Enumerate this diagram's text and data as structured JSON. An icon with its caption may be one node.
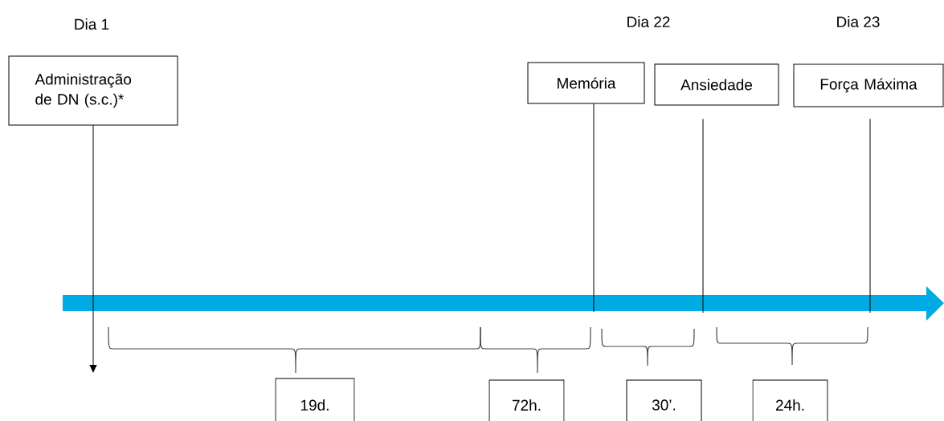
{
  "diagram": {
    "nodes": [
      {
        "text": [
          "Administração de DN (s.c.)*"
        ]
      },
      {
        "text": [
          "Memória"
        ]
      },
      {
        "text": [
          "Ansiedade"
        ]
      },
      {
        "text": [
          "Força Máxima"
        ]
      },
      {
        "text": [
          "19d."
        ]
      },
      {
        "text": [
          "72h."
        ]
      },
      {
        "text": [
          "30’."
        ]
      },
      {
        "text": [
          "24h."
        ]
      }
    ],
    "edges": [
      {
        "from": 0,
        "to": null,
        "arrow": "to"
      },
      {
        "from": 1,
        "to": null,
        "arrow": "none"
      },
      {
        "from": 2,
        "to": null,
        "arrow": "none"
      },
      {
        "from": 3,
        "to": null,
        "arrow": "none"
      }
    ],
    "labels": [
      "Dia 1",
      "Dia 22",
      "Dia 23"
    ]
  }
}
